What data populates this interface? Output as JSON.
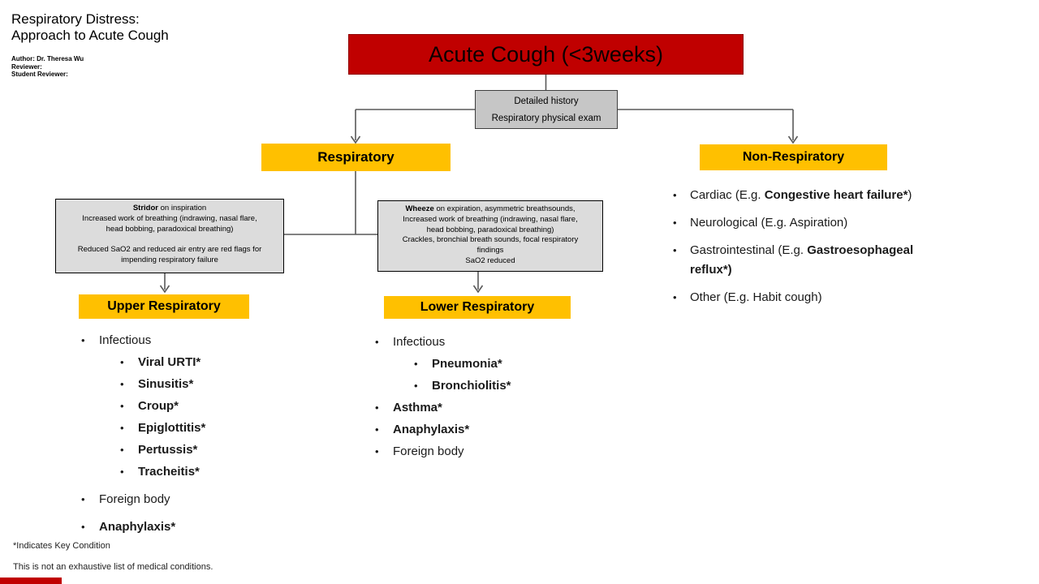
{
  "page": {
    "title_line1": "Respiratory Distress:",
    "title_line2": "Approach to Acute Cough",
    "author": "Author: Dr. Theresa Wu",
    "reviewer": "Reviewer:",
    "student_reviewer": "Student Reviewer:",
    "footnote_key": "*Indicates Key Condition",
    "footnote_disclaimer": "This is not an exhaustive list of medical conditions."
  },
  "colors": {
    "accent_red": "#C00000",
    "accent_orange": "#FFC000",
    "exam_box_gray": "#C6C6C6",
    "sign_box_gray": "#DCDCDC",
    "connector_gray": "#595959"
  },
  "flow": {
    "root_label": "Acute Cough (<3weeks)",
    "exam": {
      "line1": "Detailed history",
      "line2": "Respiratory physical exam"
    },
    "respiratory_label": "Respiratory",
    "non_respiratory_label": "Non-Respiratory",
    "upper_label": "Upper Respiratory",
    "lower_label": "Lower Respiratory",
    "stridor": {
      "lines": [
        {
          "b": "Stridor",
          "t": " on inspiration"
        },
        {
          "t": "Increased work of breathing (indrawing, nasal flare,"
        },
        {
          "t": "head bobbing, paradoxical breathing)"
        },
        {
          "t": ""
        },
        {
          "t": "Reduced SaO2 and reduced air entry are red flags for"
        },
        {
          "t": "impending respiratory failure"
        }
      ]
    },
    "wheeze": {
      "lines": [
        {
          "b": "Wheeze",
          "t": " on expiration, asymmetric breathsounds,"
        },
        {
          "t": "Increased work of breathing (indrawing, nasal flare,"
        },
        {
          "t": "head bobbing, paradoxical breathing)"
        },
        {
          "t": "Crackles, bronchial breath sounds, focal respiratory"
        },
        {
          "t": "findings"
        },
        {
          "t": "SaO2 reduced"
        }
      ]
    }
  },
  "lists": {
    "upper": {
      "items": [
        {
          "text": "Infectious"
        },
        {
          "text": "Viral URTI*"
        },
        {
          "text": "Sinusitis*"
        },
        {
          "text": "Croup*"
        },
        {
          "text": "Epiglottitis*"
        },
        {
          "text": "Pertussis*"
        },
        {
          "text": "Tracheitis*"
        },
        {
          "text": "Foreign body"
        },
        {
          "text": "Anaphylaxis*"
        }
      ]
    },
    "lower": {
      "items": [
        {
          "text": "Infectious"
        },
        {
          "text": "Pneumonia*"
        },
        {
          "text": "Bronchiolitis*"
        },
        {
          "text": "Asthma*"
        },
        {
          "text": "Anaphylaxis*"
        },
        {
          "text": "Foreign body"
        }
      ]
    },
    "non_respiratory": {
      "items": [
        {
          "pre": "Cardiac (E.g. ",
          "bold": "Congestive heart failure*",
          "post": ")"
        },
        {
          "pre": "Neurological (E.g. Aspiration)",
          "bold": "",
          "post": ""
        },
        {
          "pre": "Gastrointestinal (E.g. ",
          "bold": "Gastroesophageal reflux*)",
          "post": ""
        },
        {
          "pre": "Other (E.g. Habit cough)",
          "bold": "",
          "post": ""
        }
      ]
    }
  }
}
